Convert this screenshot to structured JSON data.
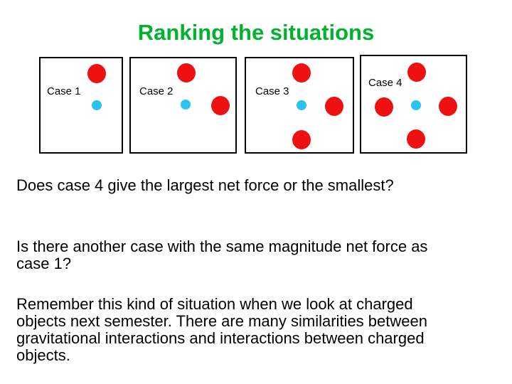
{
  "slide": {
    "title": "Ranking the situations",
    "title_color": "#00B22D",
    "background_color": "#FFFFFF",
    "text_color": "#000000"
  },
  "colors": {
    "large_mass_dot": "#EE1111",
    "small_mass_dot": "#29C4F2",
    "case_box_border": "#000000"
  },
  "cases": [
    {
      "label": "Case 1",
      "masses": [
        {
          "type": "large-red",
          "position": "top"
        },
        {
          "type": "small-cyan",
          "position": "center"
        }
      ]
    },
    {
      "label": "Case 2",
      "masses": [
        {
          "type": "large-red",
          "position": "top"
        },
        {
          "type": "small-cyan",
          "position": "center"
        },
        {
          "type": "large-red",
          "position": "right"
        }
      ]
    },
    {
      "label": "Case 3",
      "masses": [
        {
          "type": "large-red",
          "position": "top"
        },
        {
          "type": "small-cyan",
          "position": "center"
        },
        {
          "type": "large-red",
          "position": "right"
        },
        {
          "type": "large-red",
          "position": "bottom"
        }
      ]
    },
    {
      "label": "Case 4",
      "masses": [
        {
          "type": "large-red",
          "position": "top"
        },
        {
          "type": "large-red",
          "position": "left"
        },
        {
          "type": "small-cyan",
          "position": "center"
        },
        {
          "type": "large-red",
          "position": "right"
        },
        {
          "type": "large-red",
          "position": "bottom"
        }
      ]
    }
  ],
  "paragraphs": [
    {
      "lines": [
        "Does case 4 give the largest net force or the smallest?"
      ]
    },
    {
      "lines": [
        "Is there another case with the same magnitude net force as",
        "case 1?"
      ]
    },
    {
      "lines": [
        "Remember this kind of situation when we look at charged",
        "objects next semester. There are many similarities between",
        "gravitational interactions and interactions between charged",
        "objects."
      ]
    }
  ]
}
